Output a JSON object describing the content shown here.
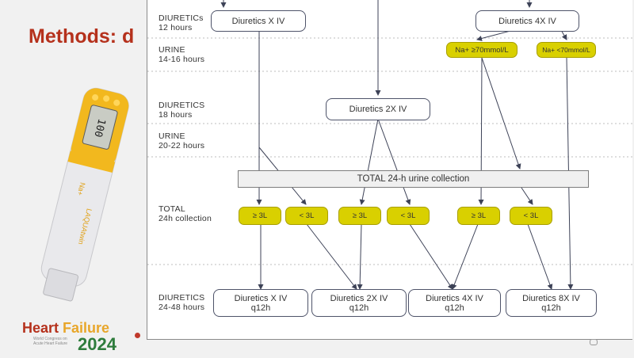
{
  "slide_title": "Methods: d",
  "row_labels": {
    "diuretics_12": [
      "DIURETICs",
      "12 hours"
    ],
    "urine_14_16": [
      "URINE",
      "14-16 hours"
    ],
    "diuretics_18": [
      "DIURETICS",
      "18 hours"
    ],
    "urine_20_22": [
      "URINE",
      "20-22 hours"
    ],
    "total_24": [
      "TOTAL",
      "24h collection"
    ],
    "diuretics_24_48": [
      "DIURETICS",
      "24-48 hours"
    ]
  },
  "boxes": {
    "top_x": "Diuretics X IV",
    "top_4x": "Diuretics 4X IV",
    "mid_2x": "Diuretics 2X IV"
  },
  "sodium": {
    "high": "Na+ ≥70mmol/L",
    "low": "Na+ <70mmol/L"
  },
  "collection_bar": "TOTAL 24-h urine collection",
  "volume_pills": [
    "≥ 3L",
    "< 3L",
    "≥ 3L",
    "< 3L",
    "≥ 3L",
    "< 3L"
  ],
  "final_boxes": [
    {
      "label": "Diuretics X IV",
      "freq": "q12h"
    },
    {
      "label": "Diuretics 2X IV",
      "freq": "q12h"
    },
    {
      "label": "Diuretics 4X IV",
      "freq": "q12h"
    },
    {
      "label": "Diuretics 8X IV",
      "freq": "q12h"
    }
  ],
  "device": {
    "brand": "LAQUAtwin",
    "display": "100",
    "ion": "Na+"
  },
  "logo": {
    "heart": "Heart",
    "failure": "Failure",
    "year": "2024",
    "subtitle": "World Congress on Acute Heart Failure"
  },
  "colors": {
    "title_red": "#b5311c",
    "pill_yellow": "#d9d000",
    "box_border": "#4e5369",
    "device_yellow": "#f2b81e"
  }
}
